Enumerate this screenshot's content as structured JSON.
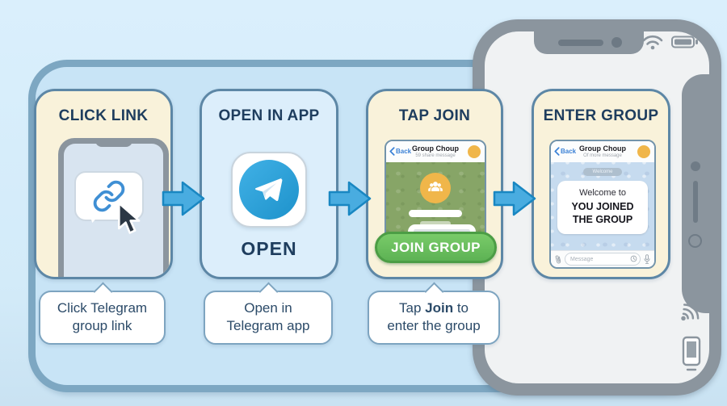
{
  "panels": [
    {
      "title": "CLICK LINK"
    },
    {
      "title": "OPEN IN APP",
      "open_label": "OPEN"
    },
    {
      "title": "TAP JOIN",
      "chat": {
        "back_label": "Back",
        "name": "Group Choup",
        "subtitle": "59 share message"
      },
      "join_button_label": "JOIN GROUP"
    },
    {
      "title": "ENTER GROUP",
      "chat": {
        "back_label": "Back",
        "name": "Group Choup",
        "subtitle": "Of more message"
      },
      "system_badge": "Welcome",
      "message": {
        "line1": "Welcome to",
        "line2": "YOU JOINED",
        "line3": "THE GROUP"
      },
      "composer": {
        "placeholder": "Message"
      }
    }
  ],
  "captions": [
    {
      "line1": "Click Telegram",
      "line2": "group link"
    },
    {
      "line1": "Open in",
      "line2": "Telegram app"
    },
    {
      "line1_pre": "Tap ",
      "line1_bold": "Join",
      "line1_post": " to",
      "line2": "enter the group"
    }
  ],
  "colors": {
    "background": "#d6edfb",
    "container_fill": "#c8e4f6",
    "container_border": "#7da7c2",
    "card_cream": "#f9f2da",
    "card_blue": "#dceefb",
    "card_border": "#5d87a6",
    "title_navy": "#1e3d5e",
    "arrow_blue": "#49ace0",
    "arrow_outline": "#1987c2",
    "telegram_blue": "#2b9fd7",
    "join_green": "#66bd59",
    "join_green_border": "#4c9d45",
    "avatar_orange": "#f0b64a",
    "chat_green": "#87a567",
    "chat_blue": "#c6dbef",
    "phone_frame_gray": "#8b959e"
  },
  "icons": {
    "link": "chain-link",
    "cursor": "mouse-pointer-arrow",
    "telegram": "paper-plane",
    "back": "chevron-left",
    "group_avatar": "people-group",
    "paperclip": "attachment",
    "clock": "clock",
    "mic": "microphone",
    "wifi": "wifi-signal",
    "battery": "battery-full",
    "sound": "sound-waves",
    "device": "smartphone"
  }
}
